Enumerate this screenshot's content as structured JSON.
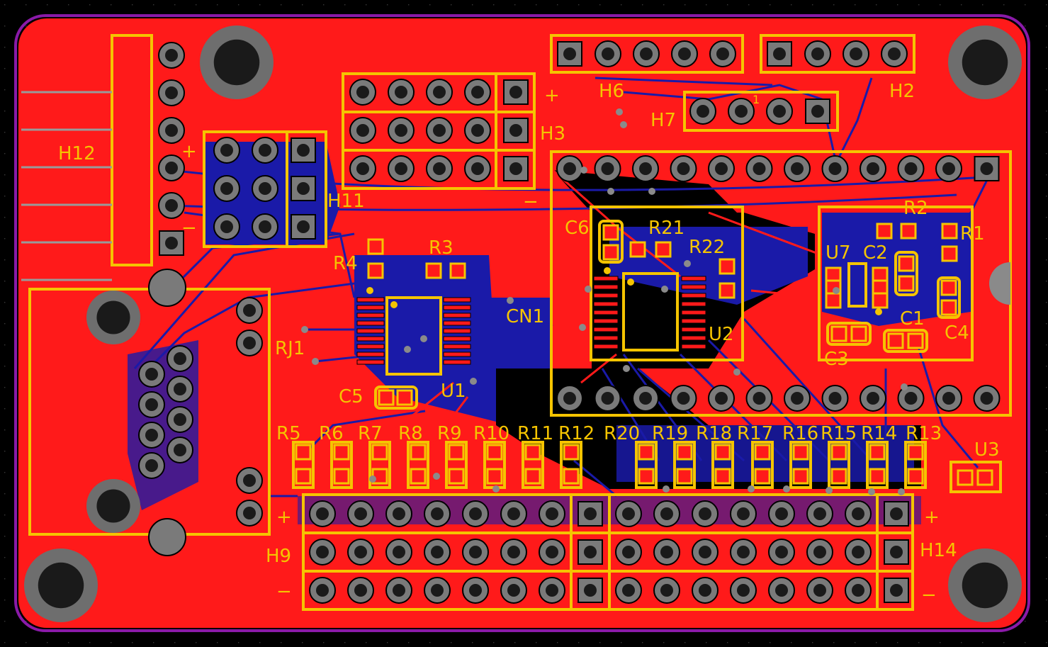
{
  "colors": {
    "background": "#000000",
    "board": "#ff1a1a",
    "bottom_copper": "#1a1aa8",
    "silkscreen": "#f5c400",
    "pad": "#7a7a7a",
    "board_edge": "#8a1aa8"
  },
  "designators": {
    "H12": "H12",
    "H11": "H11",
    "H3": "H3",
    "H6": "H6",
    "H2": "H2",
    "H7": "H7",
    "H9": "H9",
    "H14": "H14",
    "RJ1": "RJ1",
    "CN1": "CN1",
    "U1": "U1",
    "U2": "U2",
    "U3": "U3",
    "U7": "U7",
    "C1": "C1",
    "C2": "C2",
    "C3": "C3",
    "C4": "C4",
    "C5": "C5",
    "C6": "C6",
    "R1": "R1",
    "R2": "R2",
    "R3": "R3",
    "R4": "R4",
    "R21": "R21",
    "R22": "R22",
    "row_labels": [
      "R5",
      "R6",
      "R7",
      "R8",
      "R9",
      "R10",
      "R11",
      "R12",
      "R20",
      "R19",
      "R18",
      "R17",
      "R16",
      "R15",
      "R14",
      "R13"
    ]
  },
  "marks": {
    "plus": "+",
    "minus": "−",
    "pin_one": "1"
  }
}
